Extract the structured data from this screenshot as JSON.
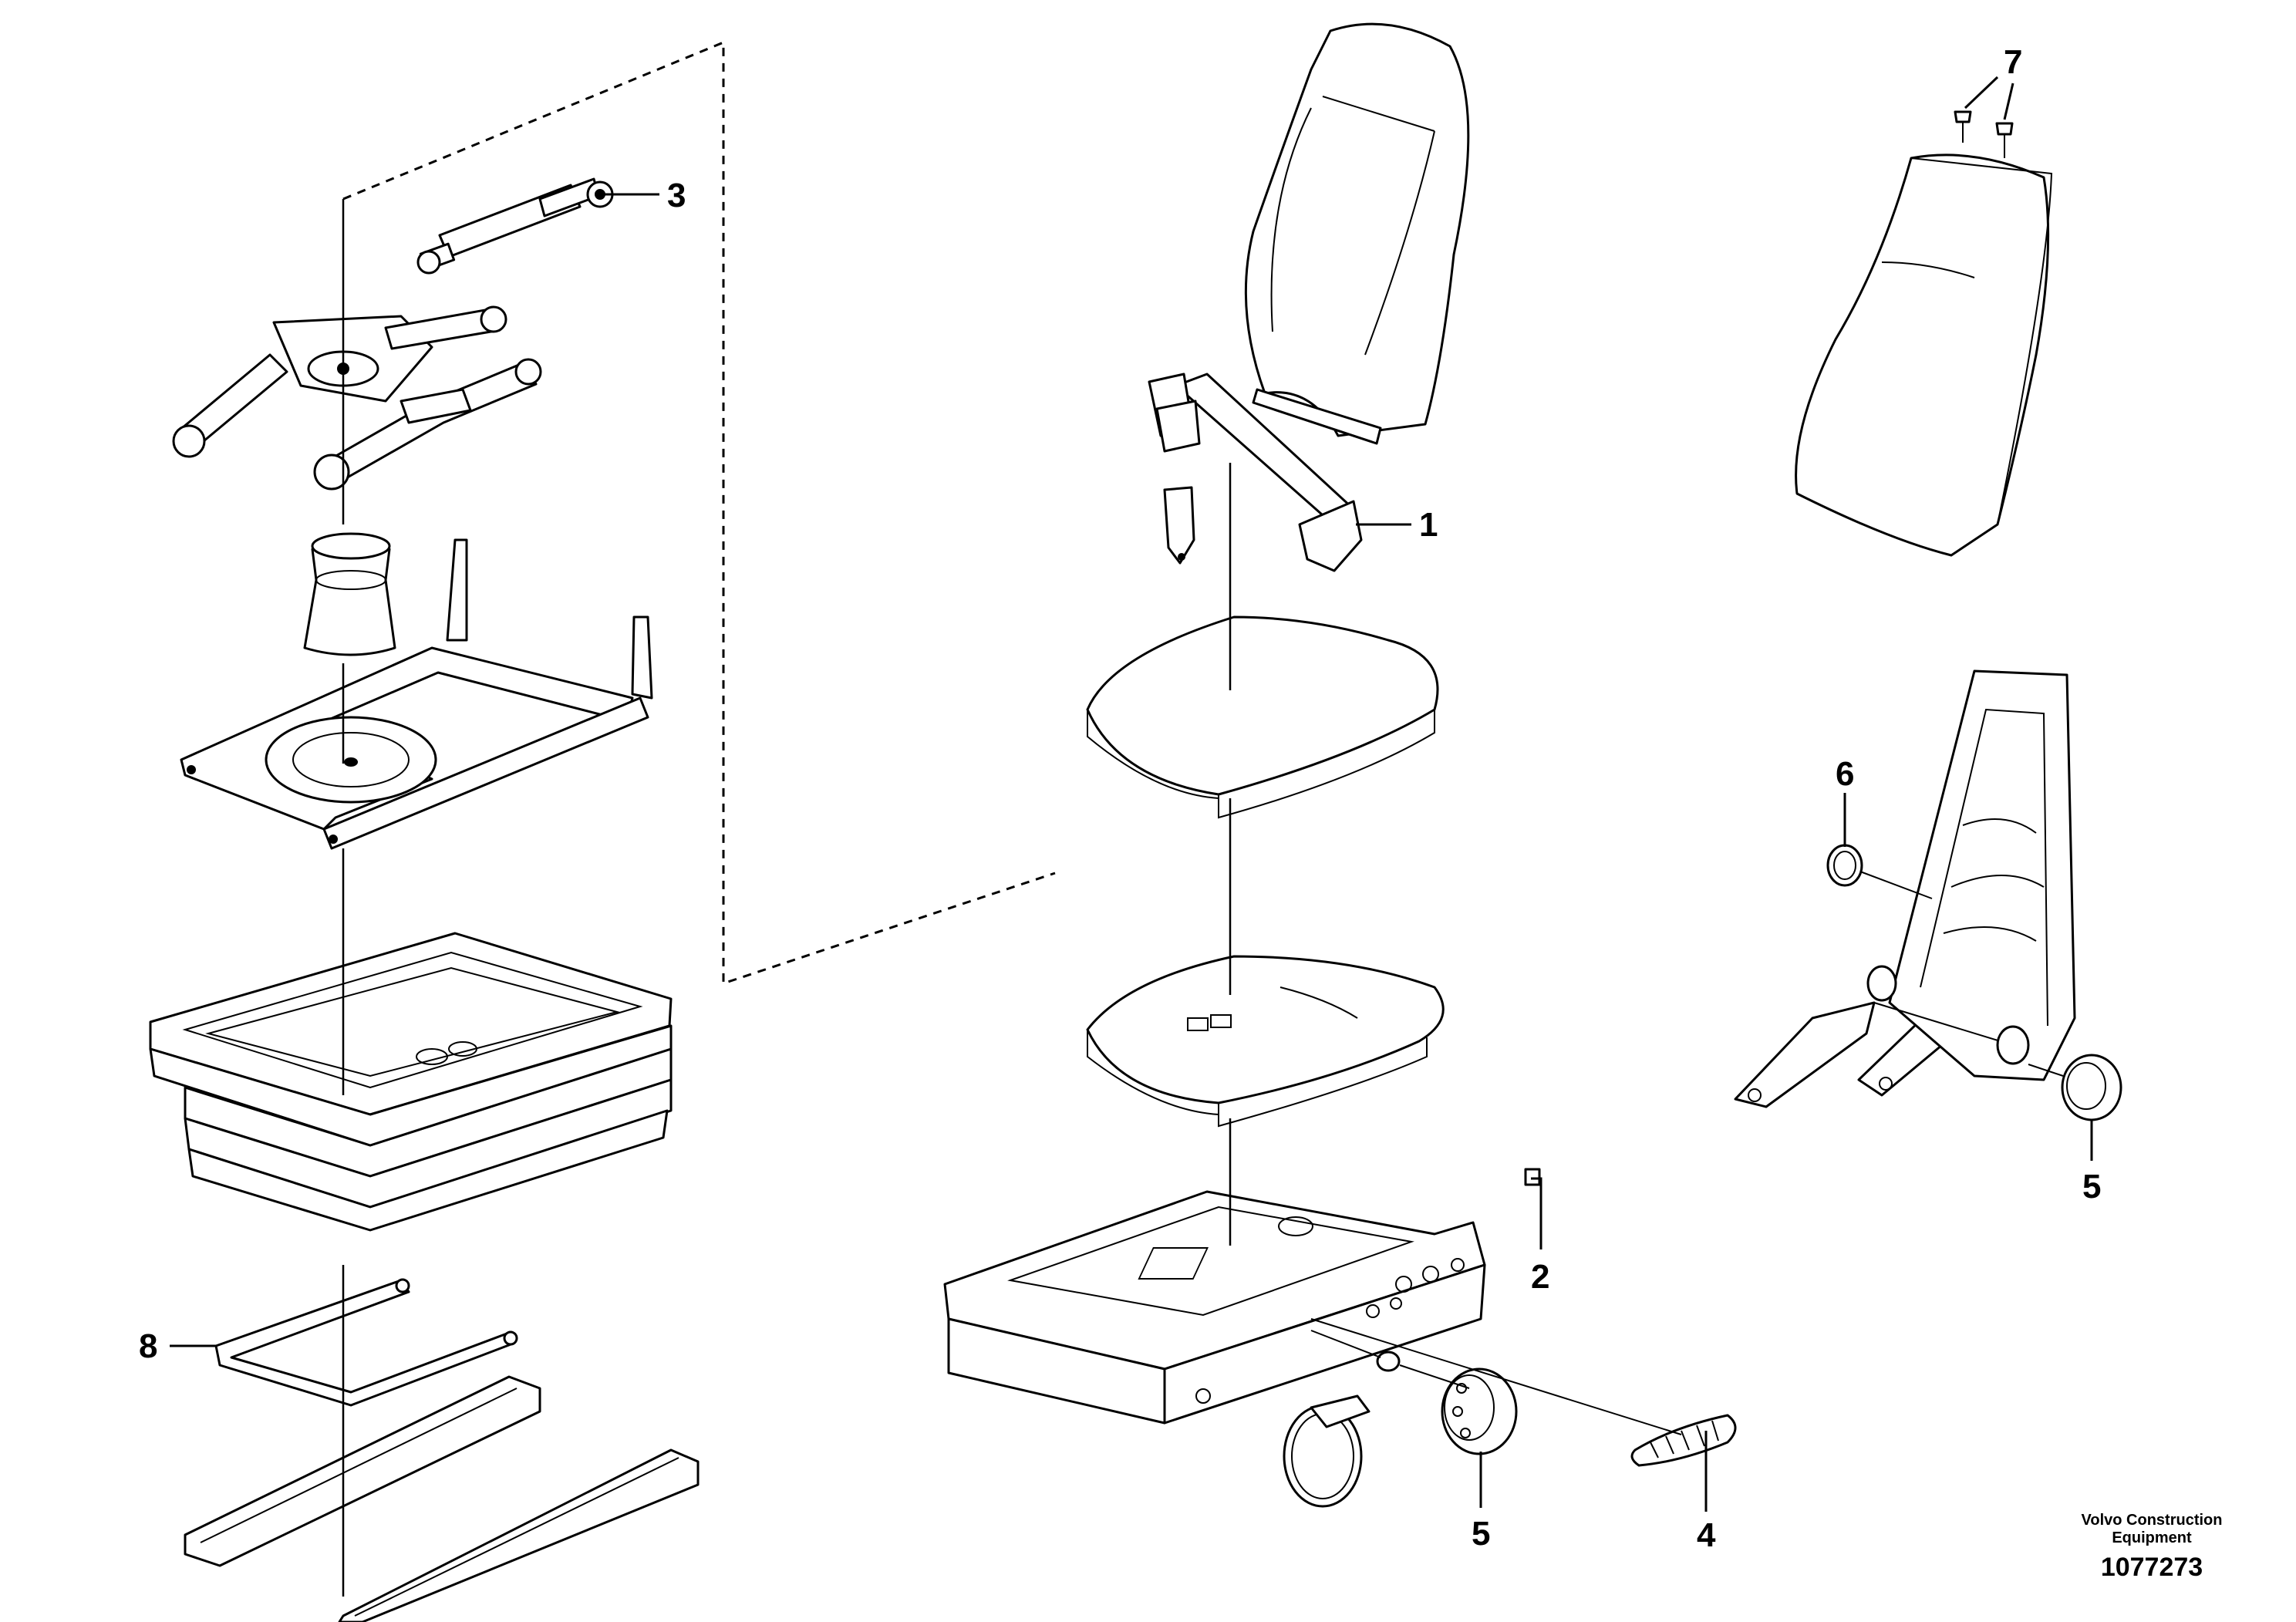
{
  "callouts": {
    "c1": "1",
    "c2": "2",
    "c3": "3",
    "c4": "4",
    "c5a": "5",
    "c5b": "5",
    "c6": "6",
    "c7": "7",
    "c8": "8"
  },
  "footer": {
    "brand_line1": "Volvo Construction",
    "brand_line2": "Equipment",
    "drawing_number": "1077273"
  }
}
